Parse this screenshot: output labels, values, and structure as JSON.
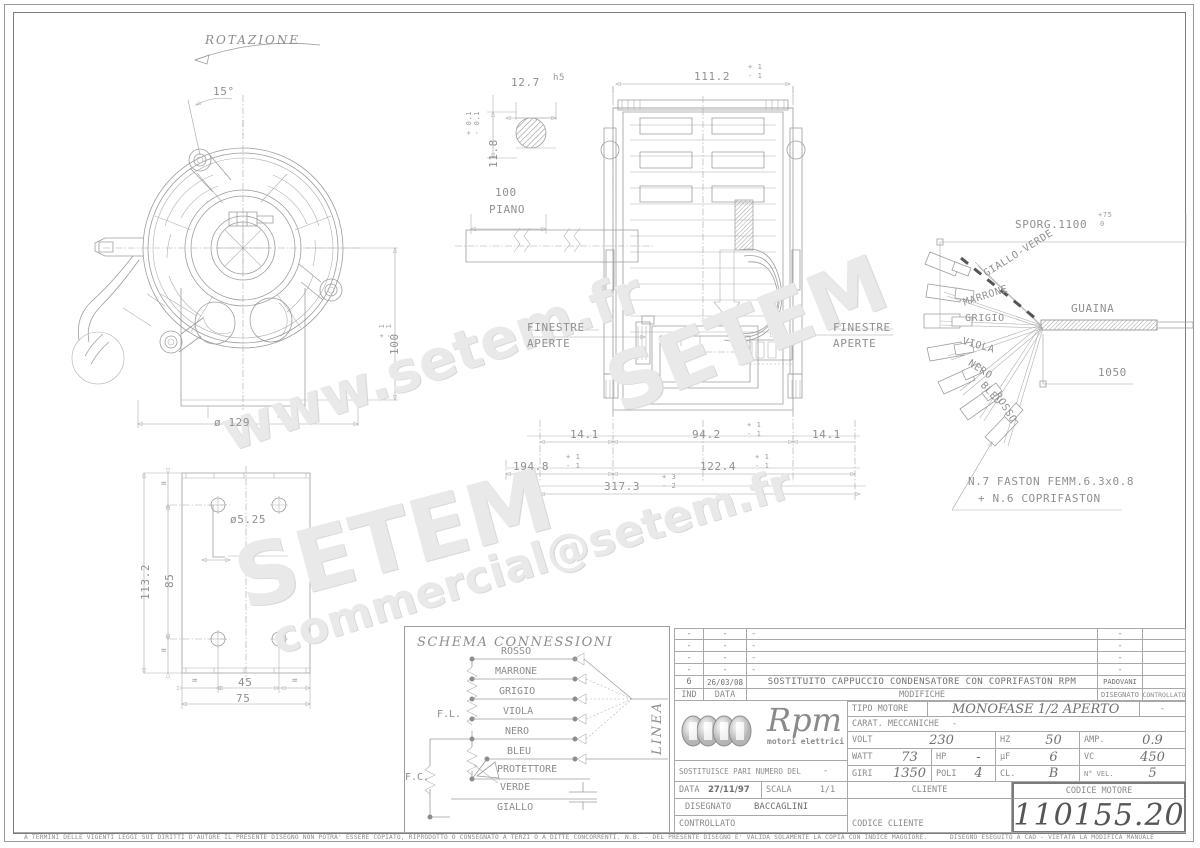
{
  "document": {
    "type": "technical-drawing",
    "rotation_label": "ROTAZIONE",
    "watermarks": [
      "www.setem.fr",
      "SETEM",
      "SETEM",
      "commercial@setem.fr"
    ]
  },
  "views": {
    "front": {
      "angle_dim": "15°",
      "height_dim": "100",
      "height_tol_plus": "+ 1",
      "height_tol_minus": "- 1",
      "diameter_dim": "ø 129"
    },
    "side": {
      "shaft_flat_width": "12.7",
      "shaft_flat_fit": "h5",
      "shaft_flat_height": "11.8",
      "shaft_tol_plus": "+ 0.1",
      "shaft_tol_minus": "- 0.1",
      "shaft_length": "100",
      "shaft_length_label": "PIANO",
      "body_width": "111.2",
      "body_width_tol_plus": "+ 1",
      "body_width_tol_minus": "- 1",
      "window_label_left": "FINESTRE\nAPERTE",
      "window_label_right": "FINESTRE\nAPERTE",
      "dim_14_1": "14.1",
      "dim_94_2": "94.2",
      "dim_94_2_tol_plus": "+ 1",
      "dim_94_2_tol_minus": "- 1",
      "dim_14_1_right": "14.1",
      "dim_194_8": "194.8",
      "dim_194_8_tol_plus": "+ 1",
      "dim_194_8_tol_minus": "- 1",
      "dim_122_4": "122.4",
      "dim_122_4_tol_plus": "+ 1",
      "dim_122_4_tol_minus": "- 1",
      "dim_317_3": "317.3",
      "dim_317_3_tol_plus": "+ 3",
      "dim_317_3_tol_minus": "- 2"
    },
    "bracket": {
      "hole_dia": "ø5.25",
      "height_total": "113.2",
      "height_inner": "85",
      "width_inner": "45",
      "width_total": "75",
      "equal_mark": "="
    },
    "harness": {
      "protrusion": "SPORG.1100",
      "protrusion_tol_plus": "+75",
      "protrusion_tol_minus": "0",
      "sheath_label": "GUAINA",
      "sheath_length": "1050",
      "wires": [
        "GIALLO-VERDE",
        "MARRONE",
        "GRIGIO",
        "VIOLA",
        "NERO",
        "BLEU",
        "ROSSO"
      ],
      "note_line1": "N.7 FASTON FEMM.6.3x0.8",
      "note_line2": "+ N.6 COPRIFASTON"
    }
  },
  "schema": {
    "title": "SCHEMA CONNESSIONI",
    "wires": [
      "ROSSO",
      "MARRONE",
      "GRIGIO",
      "VIOLA",
      "NERO",
      "BLEU",
      "VERDE",
      "GIALLO"
    ],
    "protector_label": "PROTETTORE",
    "line_label": "LINEA",
    "fl_label": "F.L.",
    "fc_label": "F.C."
  },
  "title_block": {
    "revision_header": {
      "ind": "IND",
      "data": "DATA",
      "modifiche": "MODIFICHE",
      "disegnato": "DISEGNATO",
      "controllato": "CONTROLLATO"
    },
    "revisions": [
      {
        "ind": "-",
        "data": "-",
        "modifiche": "-",
        "disegnato": "-",
        "controllato": ""
      },
      {
        "ind": "-",
        "data": "-",
        "modifiche": "-",
        "disegnato": "-",
        "controllato": ""
      },
      {
        "ind": "-",
        "data": "-",
        "modifiche": "-",
        "disegnato": "-",
        "controllato": ""
      },
      {
        "ind": "-",
        "data": "-",
        "modifiche": "-",
        "disegnato": "-",
        "controllato": ""
      },
      {
        "ind": "6",
        "data": "26/03/08",
        "modifiche": "SOSTITUITO CAPPUCCIO CONDENSATORE CON COPRIFASTON RPM",
        "disegnato": "PADOVANI",
        "controllato": ""
      }
    ],
    "logo": {
      "name": "Rpm",
      "tagline": "motori elettrici"
    },
    "fields": {
      "tipo_motore_label": "TIPO MOTORE",
      "tipo_motore_value": "MONOFASE 1/2 APERTO",
      "tipo_motore_extra": "-",
      "carat_label": "CARAT. MECCANICHE",
      "carat_value": "-",
      "volt_label": "VOLT",
      "volt_value": "230",
      "hz_label": "HZ",
      "hz_value": "50",
      "amp_label": "AMP.",
      "amp_value": "0.9",
      "watt_label": "WATT",
      "watt_value": "73",
      "hp_label": "HP",
      "hp_value": "-",
      "uf_label": "µF",
      "uf_value": "6",
      "vc_label": "VC",
      "vc_value": "450",
      "sostituisce_label": "SOSTITUISCE PARI NUMERO DEL",
      "sostituisce_value": "-",
      "giri_label": "GIRI",
      "giri_value": "1350",
      "poli_label": "POLI",
      "poli_value": "4",
      "cl_label": "CL.",
      "cl_value": "B",
      "nvel_label": "N° VEL.",
      "nvel_value": "5",
      "data_label": "DATA",
      "data_value": "27/11/97",
      "scala_label": "SCALA",
      "scala_value": "1/1",
      "cliente_label": "CLIENTE",
      "codice_motore_label": "CODICE MOTORE",
      "codice_motore_value": "110155.20",
      "disegnato_label": "DISEGNATO",
      "disegnato_value": "BACCAGLINI",
      "controllato_label": "CONTROLLATO",
      "codice_cliente_label": "CODICE CLIENTE"
    }
  },
  "footer": {
    "left": "A TERMINI DELLE VIGENTI LEGGI SUI DIRITTI D'AUTORE IL PRESENTE DISEGNO NON POTRA' ESSERE COPIATO, RIPRODOTTO O CONSEGNATO A TERZI O A DITTE CONCORRENTI.",
    "middle": "N.B. - DEL PRESENTE DISEGNO E' VALIDA SOLAMENTE LA COPIA CON INDICE MAGGIORE.",
    "right": "DISEGNO ESEGUITO A CAD - VIETATA LA MODIFICA MANUALE"
  },
  "colors": {
    "line": "#8d8d8d",
    "watermark": "#e9e9e9",
    "text": "#8a8a8a"
  }
}
